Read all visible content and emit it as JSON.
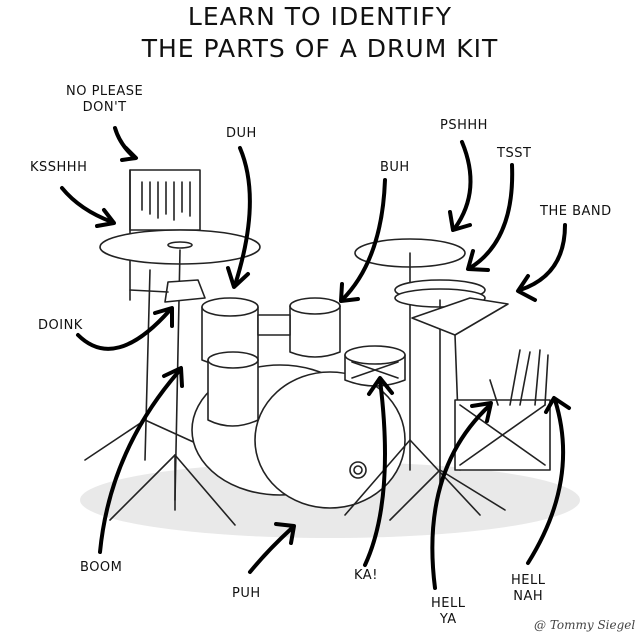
{
  "title": {
    "line1": "LEARN TO IDENTIFY",
    "line2": "THE PARTS OF A DRUM KIT"
  },
  "labels": {
    "chimes": "NO PLEASE\nDON'T",
    "crash_left": "KSSHHH",
    "rack_tom": "DUH",
    "floor_tom": "BUH",
    "ride": "PSHHH",
    "hihat": "TSST",
    "pad": "THE BAND",
    "cowbell": "DOINK",
    "kick": "BOOM",
    "bass_drum": "PUH",
    "snare": "KA!",
    "sticks_bag": "HELL\nYA",
    "bin": "HELL\nNAH"
  },
  "signature": "@ Tommy Siegel",
  "colors": {
    "ink": "#111111",
    "shadow": "#e9e9e9",
    "paper": "#ffffff"
  }
}
